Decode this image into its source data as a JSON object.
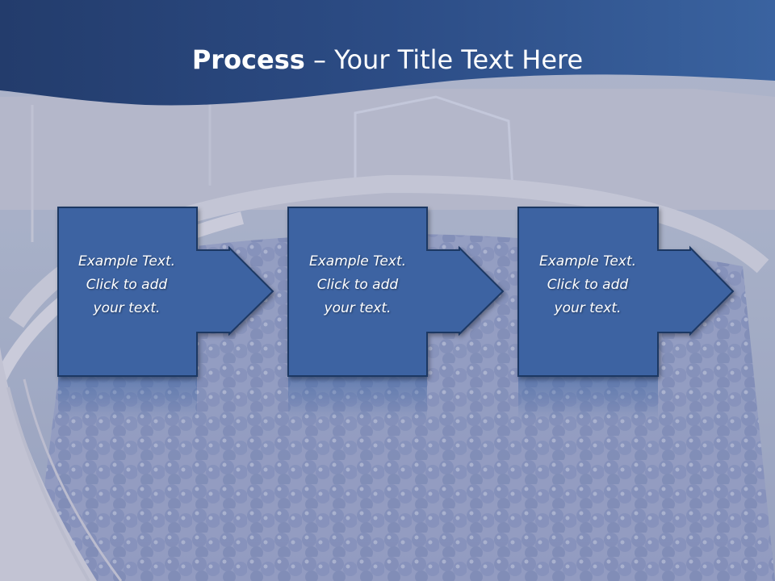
{
  "slide": {
    "title_bold": "Process",
    "title_separator": "–",
    "title_rest": "Your Title Text Here"
  },
  "steps": [
    {
      "lines": [
        "Example Text.",
        "Click  to add",
        "your text."
      ]
    },
    {
      "lines": [
        "Example Text.",
        "Click  to add",
        "your text."
      ]
    },
    {
      "lines": [
        "Example Text.",
        "Click  to add",
        "your text."
      ]
    }
  ],
  "colors": {
    "header_dark": "#233c6c",
    "header_light": "#3a63a0",
    "box_fill": "#3c63a2",
    "box_border": "#1e3764",
    "background_tint": "#a7b0c6"
  }
}
